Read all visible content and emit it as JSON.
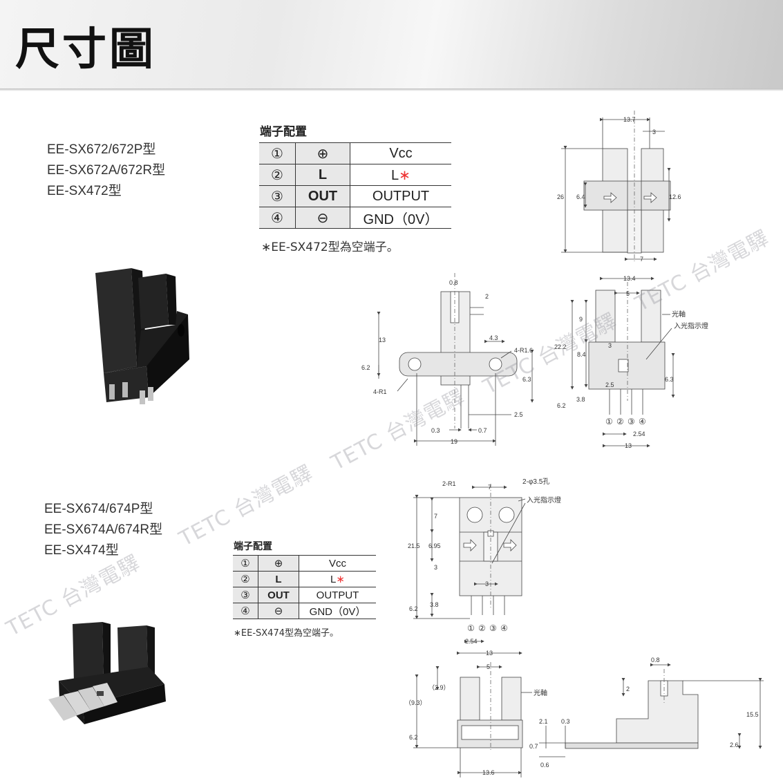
{
  "page": {
    "title": "尺寸圖"
  },
  "sensor1": {
    "models": [
      "EE-SX672/672P型",
      "EE-SX672A/672R型",
      "EE-SX472型"
    ],
    "table_title": "端子配置",
    "pins": [
      {
        "num": "①",
        "sym": "⊕",
        "func": "Vcc"
      },
      {
        "num": "②",
        "sym": "L",
        "func": "L",
        "star": "∗"
      },
      {
        "num": "③",
        "sym": "OUT",
        "func": "OUTPUT"
      },
      {
        "num": "④",
        "sym": "⊖",
        "func": "GND（0V）"
      }
    ],
    "note": "∗EE-SX472型為空端子。"
  },
  "sensor2": {
    "models": [
      "EE-SX674/674P型",
      "EE-SX674A/674R型",
      "EE-SX474型"
    ],
    "table_title": "端子配置",
    "pins": [
      {
        "num": "①",
        "sym": "⊕",
        "func": "Vcc"
      },
      {
        "num": "②",
        "sym": "L",
        "func": "L",
        "star": "∗"
      },
      {
        "num": "③",
        "sym": "OUT",
        "func": "OUTPUT"
      },
      {
        "num": "④",
        "sym": "⊖",
        "func": "GND（0V）"
      }
    ],
    "note": "∗EE-SX474型為空端子。"
  },
  "watermark": {
    "text": "TETC 台灣電驛"
  },
  "dims1": {
    "top": {
      "w13_7": "13.7",
      "w3": "3",
      "h26": "26",
      "h6_4": "6.4",
      "h12_6": "12.6",
      "w7": "7"
    },
    "front": {
      "d0_8": "0.8",
      "d2": "2",
      "d13": "13",
      "d4_3": "4.3",
      "r4_1_6": "4-R1.6",
      "d6_2": "6.2",
      "r4_1": "4-R1",
      "d6_3": "6.3",
      "d2_5": "2.5",
      "d0_3": "0.3",
      "d0_7": "0.7",
      "d19": "19"
    },
    "side": {
      "d13_4": "13.4",
      "d5": "5",
      "axis": "光軸",
      "indicator": "入光指示燈",
      "d9": "9",
      "d22_2": "22.2",
      "d3": "3",
      "d8_4": "8.4",
      "d2_5": "2.5",
      "d6_3": "6.3",
      "d3_8": "3.8",
      "d6_2": "6.2",
      "d2_54": "2.54",
      "d13": "13",
      "pins": [
        "①",
        "②",
        "③",
        "④"
      ]
    }
  },
  "dims2": {
    "top": {
      "r2_1": "2-R1",
      "d7": "7",
      "hole": "2-φ3.5孔",
      "indicator": "入光指示燈",
      "d7v": "7",
      "d21_5": "21.5",
      "d6_95": "6.95",
      "d3": "3",
      "d3h": "3",
      "d3_8": "3.8",
      "d6_2": "6.2",
      "d2_54": "2.54",
      "d13": "13",
      "pins": [
        "①",
        "②",
        "③",
        "④"
      ]
    },
    "front": {
      "d5": "5",
      "d2_9": "（2.9）",
      "d9_3": "（9.3）",
      "axis": "光軸",
      "d6_2": "6.2",
      "d13_6": "13.6"
    },
    "side": {
      "d0_8": "0.8",
      "d2": "2",
      "d15_5": "15.5",
      "d2_1": "2.1",
      "d0_3": "0.3",
      "d0_7": "0.7",
      "d2_6": "2.6",
      "d0_6": "0.6"
    }
  }
}
